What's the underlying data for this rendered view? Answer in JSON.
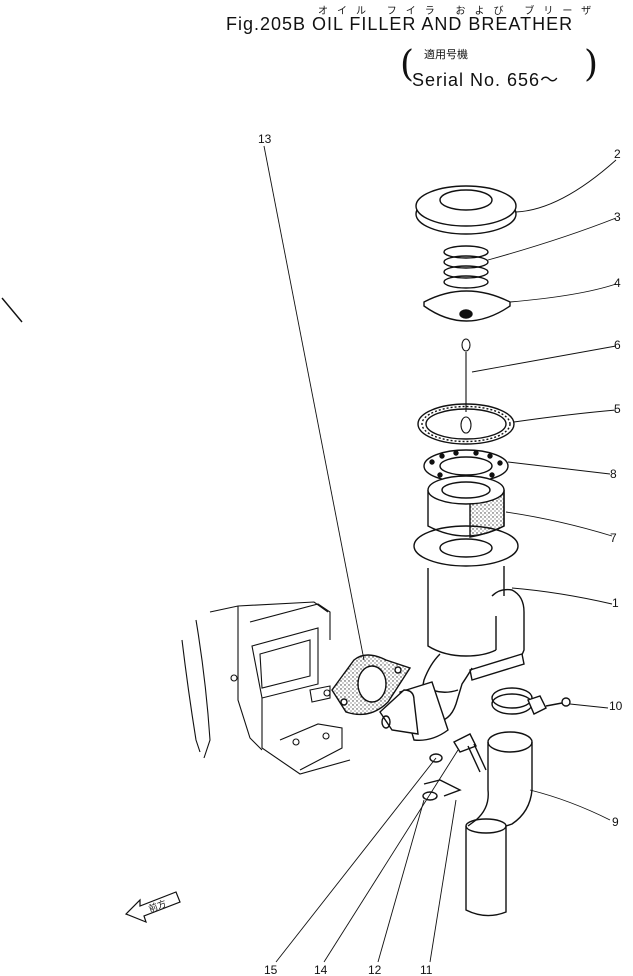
{
  "header": {
    "kana": "オイル フイラ および ブリーザ",
    "title": "Fig.205B OIL FILLER AND BREATHER",
    "applicable_jp": "適用号機",
    "serial": "Serial No. 656～",
    "paren_left": "(",
    "paren_right": ")"
  },
  "callouts": [
    "1",
    "2",
    "3",
    "4",
    "5",
    "6",
    "7",
    "8",
    "9",
    "10",
    "11",
    "12",
    "13",
    "14",
    "15"
  ],
  "front_label": "前方",
  "colors": {
    "ink": "#111111",
    "paper": "#ffffff"
  }
}
